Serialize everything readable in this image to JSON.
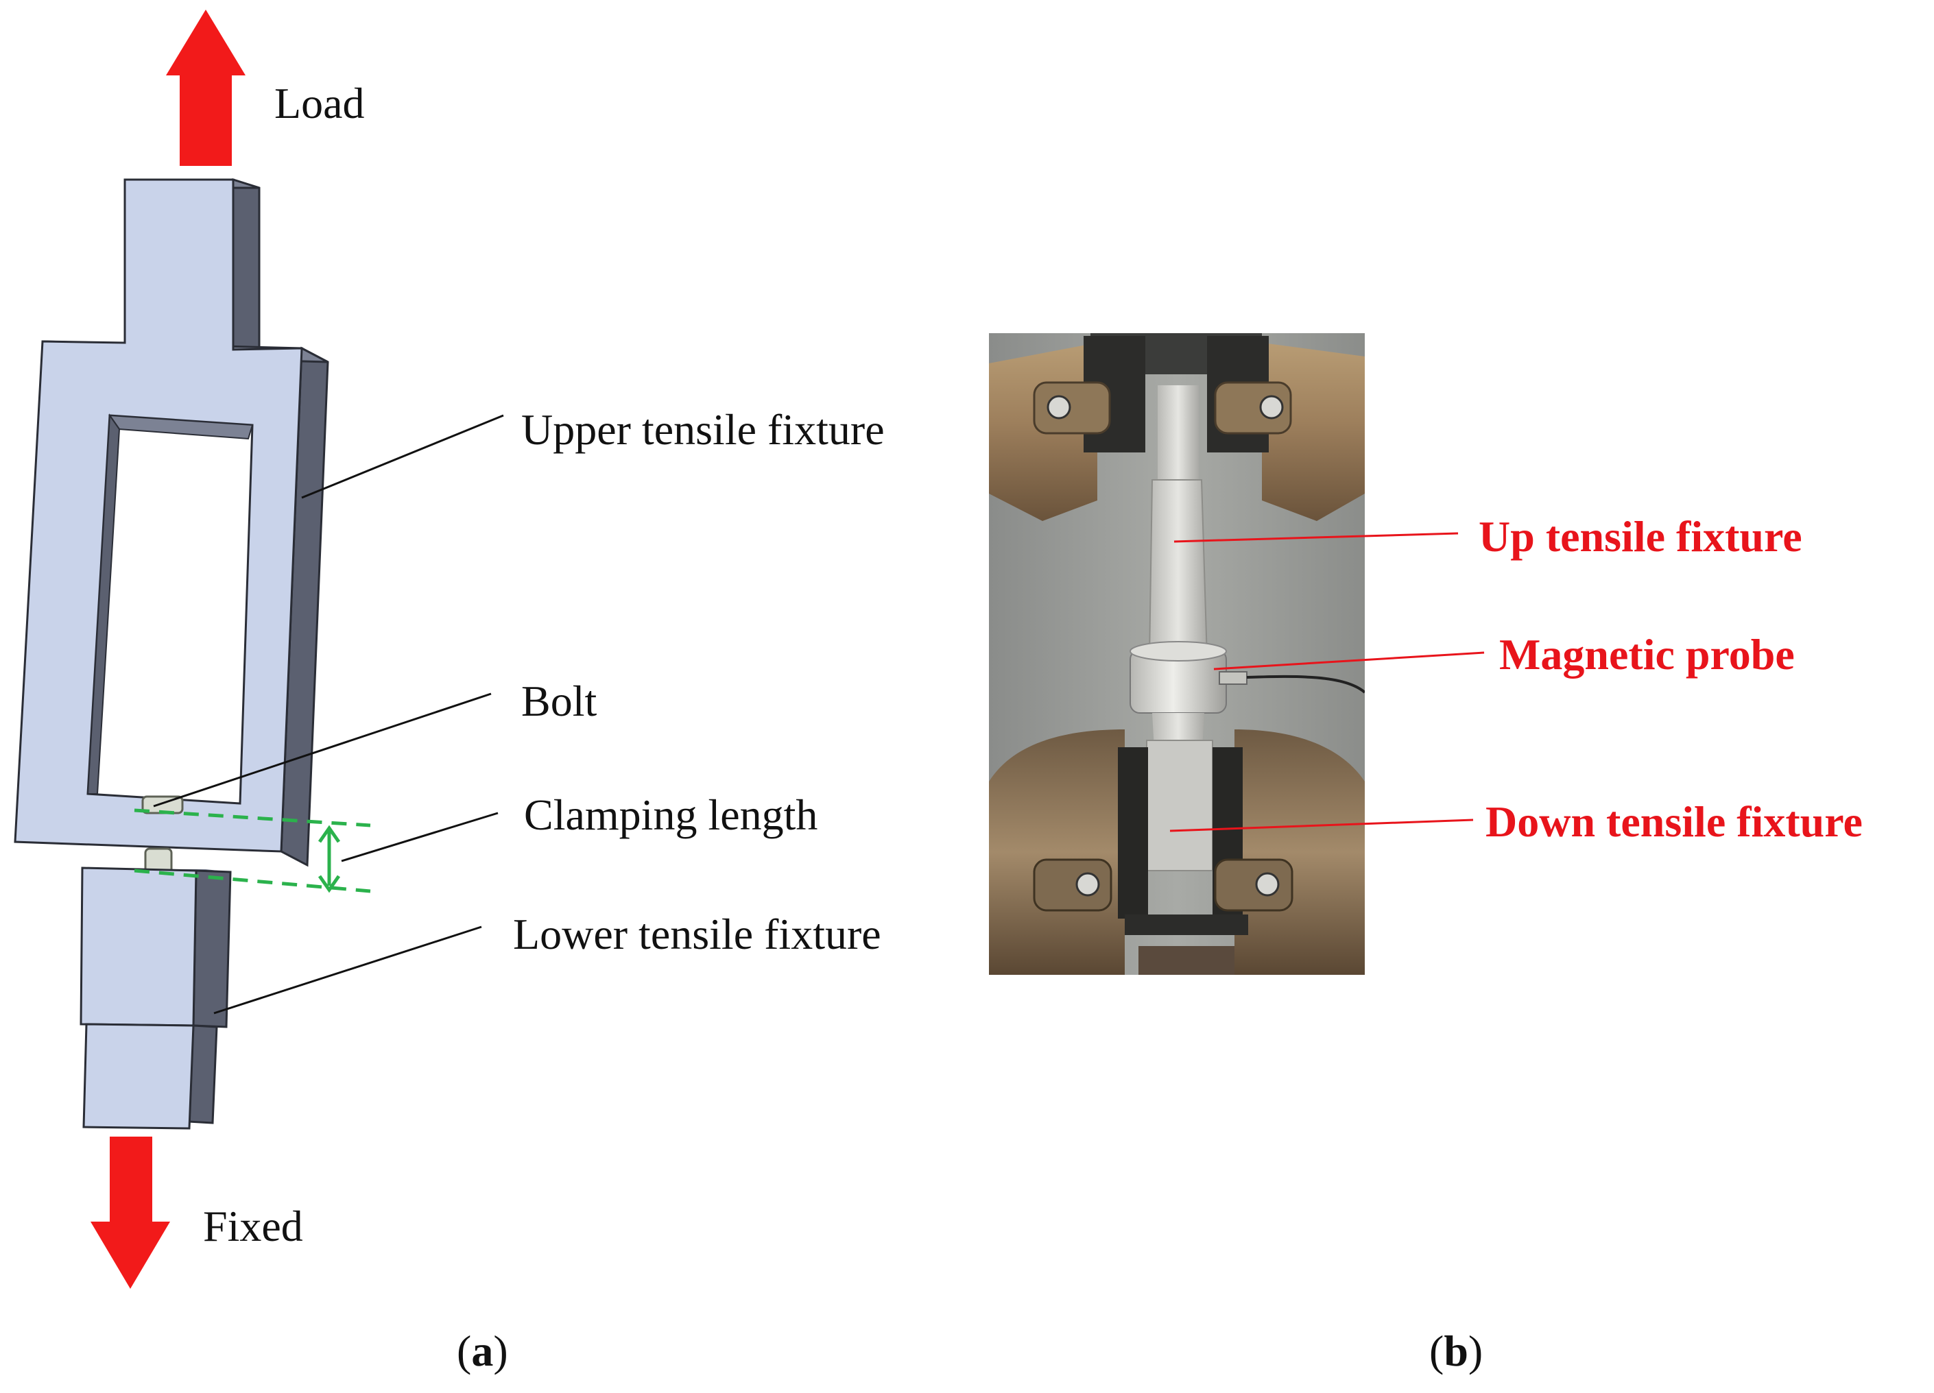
{
  "panel_a": {
    "label_load": "Load",
    "label_fixed": "Fixed",
    "label_upper": "Upper tensile fixture",
    "label_bolt": "Bolt",
    "label_clamping": "Clamping length",
    "label_lower": "Lower tensile fixture",
    "caption_letter": "a"
  },
  "panel_b": {
    "label_up": "Up tensile fixture",
    "label_probe": "Magnetic probe",
    "label_down": "Down tensile fixture",
    "caption_letter": "b"
  },
  "colors": {
    "arrow": "#f21a1a",
    "fixture_face": "#c9d3ea",
    "fixture_side": "#5b6070",
    "dashed_line": "#2bb24c",
    "highlight_label": "#e8141b"
  }
}
